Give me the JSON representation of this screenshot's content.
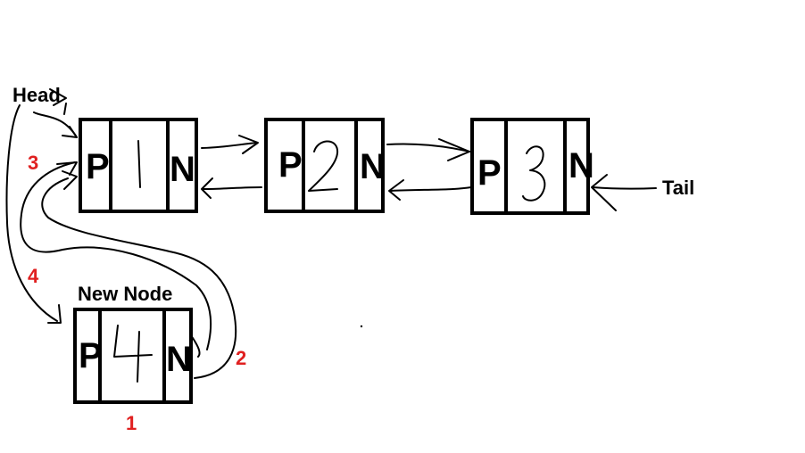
{
  "labels": {
    "head": "Head",
    "tail": "Tail",
    "new_node": "New Node"
  },
  "nodes": [
    {
      "id": "node-1",
      "prev": "P",
      "value": "1",
      "next": "N"
    },
    {
      "id": "node-2",
      "prev": "P",
      "value": "2",
      "next": "N"
    },
    {
      "id": "node-3",
      "prev": "P",
      "value": "3",
      "next": "N"
    },
    {
      "id": "node-4",
      "prev": "P",
      "value": "4",
      "next": "N"
    }
  ],
  "steps": [
    "1",
    "2",
    "3",
    "4"
  ],
  "colors": {
    "ink": "#000000",
    "step": "#e02020",
    "background": "#ffffff"
  }
}
